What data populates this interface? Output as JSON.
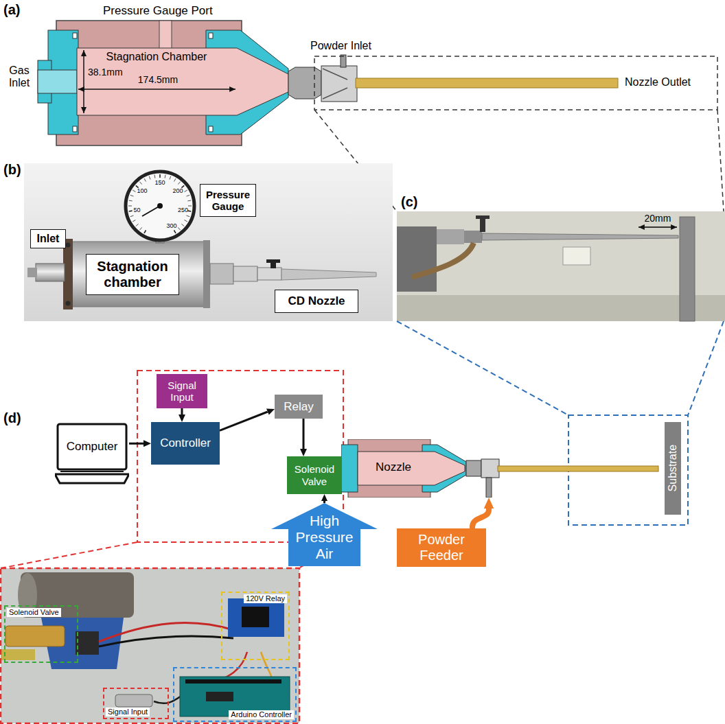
{
  "diagram": {
    "nodes": [
      {
        "text": [
          "Pressure Gauge"
        ]
      },
      {
        "text": [
          "Inlet"
        ]
      },
      {
        "text": [
          "Stagnation chamber"
        ]
      },
      {
        "text": [
          "CD Nozzle"
        ]
      },
      {
        "text": [
          "Computer"
        ]
      },
      {
        "text": [
          "Signal Input"
        ]
      },
      {
        "text": [
          "Controller"
        ]
      },
      {
        "text": [
          "Relay"
        ]
      },
      {
        "text": [
          "Solenoid Valve"
        ]
      },
      {
        "text": [
          "Nozzle"
        ]
      },
      {
        "text": [
          "High Pressure Air"
        ]
      },
      {
        "text": [
          "Powder Feeder"
        ]
      },
      {
        "text": [
          "Substrate"
        ]
      },
      {
        "text": [
          "Solenoid Valve"
        ]
      },
      {
        "text": [
          "120V Relay"
        ]
      },
      {
        "text": [
          "Signal Input"
        ]
      },
      {
        "text": [
          "Arduino Controller"
        ]
      }
    ],
    "edges": [
      {
        "from": 4,
        "to": 6,
        "arrow": "to"
      },
      {
        "from": 5,
        "to": 6,
        "arrow": "to"
      },
      {
        "from": 6,
        "to": 7,
        "arrow": "to"
      },
      {
        "from": 7,
        "to": 8,
        "arrow": "to"
      },
      {
        "from": 10,
        "to": 8,
        "arrow": "to"
      },
      {
        "from": 11,
        "to": 9,
        "arrow": "to"
      }
    ],
    "labels": [
      "(a)",
      "Pressure Gauge Port",
      "Gas Inlet",
      "Stagnation Chamber",
      "38.1mm",
      "174.5mm",
      "Powder Inlet",
      "Nozzle Outlet",
      "(b)",
      "50",
      "100",
      "150",
      "200",
      "250",
      "300",
      "(c)",
      "20mm",
      "(d)"
    ]
  }
}
